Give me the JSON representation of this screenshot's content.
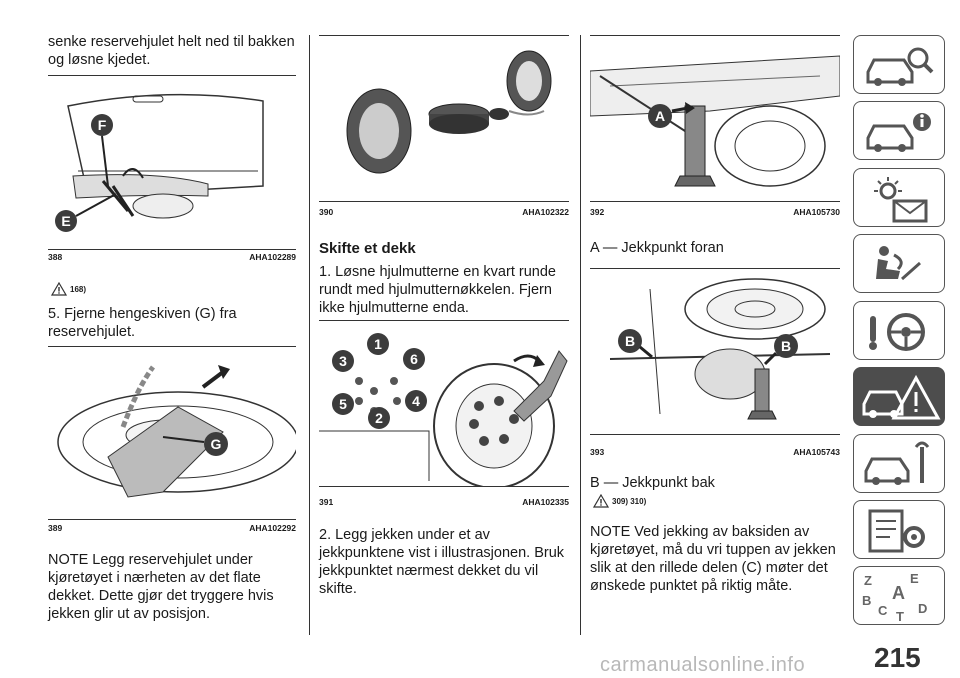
{
  "col1": {
    "intro": "senke reservehjulet helt ned til bakken og løsne kjedet.",
    "fig388": {
      "num": "388",
      "code": "AHA102289",
      "labels": [
        "F",
        "E"
      ]
    },
    "ref1": "168)",
    "step5": "5. Fjerne hengeskiven (G) fra reservehjulet.",
    "fig389": {
      "num": "389",
      "code": "AHA102292",
      "labels": [
        "G"
      ]
    },
    "note": "NOTE  Legg reservehjulet under kjøretøyet i nærheten av det flate dekket. Dette gjør det tryggere hvis jekken glir ut av posisjon."
  },
  "col2": {
    "fig390": {
      "num": "390",
      "code": "AHA102322"
    },
    "heading": "Skifte et dekk",
    "step1": "1. Løsne hjulmutterne en kvart runde rundt med hjulmutternøkkelen. Fjern ikke hjulmutterne enda.",
    "fig391": {
      "num": "391",
      "code": "AHA102335",
      "labels": [
        "1",
        "2",
        "3",
        "4",
        "5",
        "6"
      ]
    },
    "step2": "2. Legg jekken under et av jekkpunktene vist i illustrasjonen. Bruk jekkpunktet nærmest dekket du vil skifte."
  },
  "col3": {
    "fig392": {
      "num": "392",
      "code": "AHA105730",
      "labels": [
        "A"
      ]
    },
    "labelA": "A — Jekkpunkt foran",
    "fig393": {
      "num": "393",
      "code": "AHA105743",
      "labels": [
        "B",
        "B"
      ]
    },
    "labelB": "B — Jekkpunkt bak",
    "ref2": "309) 310)",
    "note": "NOTE  Ved jekking av baksiden av kjøretøyet, må du vri tuppen av jekken slik at den rillede delen (C) møter det ønskede punktet på riktig måte."
  },
  "sidebar": {
    "tabs": [
      "car-search-icon",
      "car-info-icon",
      "warning-lights-icon",
      "airbag-seat-icon",
      "steering-wheel-icon",
      "car-breakdown-icon",
      "car-service-icon",
      "technical-data-icon",
      "index-icon"
    ],
    "index_letters": [
      "Z",
      "E",
      "A",
      "B",
      "C",
      "T",
      "D"
    ],
    "active_index": 5
  },
  "page_number": "215",
  "watermark": "carmanualsonline.info"
}
